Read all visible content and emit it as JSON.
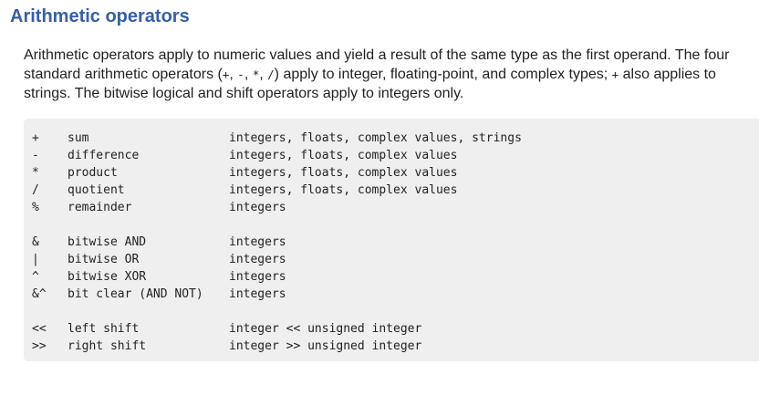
{
  "heading": "Arithmetic operators",
  "paragraph": {
    "line1": "Arithmetic operators apply to numeric values and yield a result of the same type as the first operand. The four",
    "line2_before": "standard arithmetic operators (",
    "line2_op1": "+",
    "line2_sep1": ", ",
    "line2_op2": "-",
    "line2_sep2": ", ",
    "line2_op3": "*",
    "line2_sep3": ", ",
    "line2_op4": "/",
    "line2_mid": ") apply to integer, floating-point, and complex types; ",
    "line2_op5": "+",
    "line2_after": " also applies to",
    "line3": "strings. The bitwise logical and shift operators apply to integers only."
  },
  "operators": [
    {
      "op": "+",
      "name": "sum",
      "types": "integers, floats, complex values, strings"
    },
    {
      "op": "-",
      "name": "difference",
      "types": "integers, floats, complex values"
    },
    {
      "op": "*",
      "name": "product",
      "types": "integers, floats, complex values"
    },
    {
      "op": "/",
      "name": "quotient",
      "types": "integers, floats, complex values"
    },
    {
      "op": "%",
      "name": "remainder",
      "types": "integers"
    },
    {
      "op": "&",
      "name": "bitwise AND",
      "types": "integers"
    },
    {
      "op": "|",
      "name": "bitwise OR",
      "types": "integers"
    },
    {
      "op": "^",
      "name": "bitwise XOR",
      "types": "integers"
    },
    {
      "op": "&^",
      "name": "bit clear (AND NOT)",
      "types": "integers"
    },
    {
      "op": "<<",
      "name": "left shift",
      "types": "integer << unsigned integer"
    },
    {
      "op": ">>",
      "name": "right shift",
      "types": "integer >> unsigned integer"
    }
  ]
}
